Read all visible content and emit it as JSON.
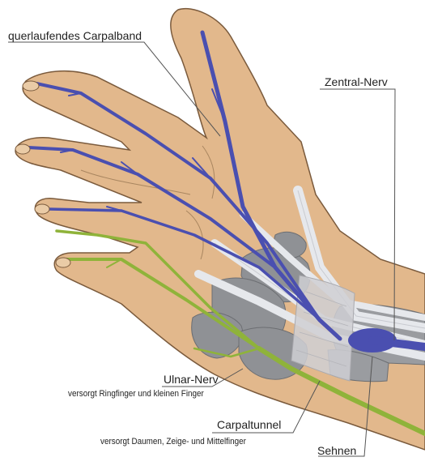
{
  "labels": {
    "carpal_band": "querlaufendes Carpalband",
    "median_nerve": "Zentral-Nerv",
    "ulnar_nerve": "Ulnar-Nerv",
    "ulnar_desc": "versorgt Ringfinger und kleinen Finger",
    "carpal_tunnel": "Carpaltunnel",
    "tunnel_desc": "versorgt Daumen, Zeige- und Mittelfinger",
    "tendons": "Sehnen"
  },
  "colors": {
    "skin": "#E2B88C",
    "skin_outline": "#7A5A3C",
    "median_nerve": "#4A4FB0",
    "ulnar_nerve": "#8FB33A",
    "bone": "#8F9195",
    "tendon": "#E6E8EC",
    "ligament": "#CFCFD3",
    "leader": "#555555"
  }
}
